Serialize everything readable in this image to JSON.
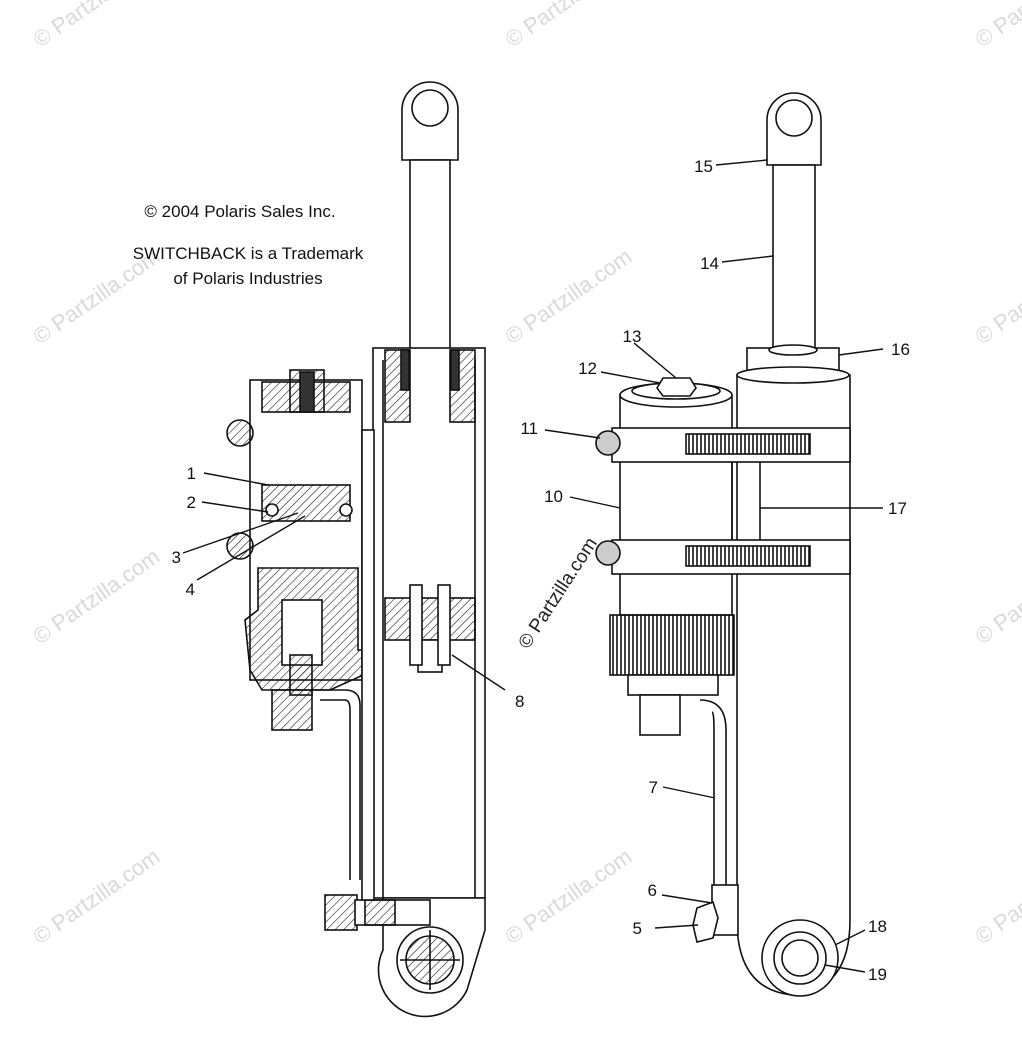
{
  "copyright": "© 2004 Polaris Sales Inc.",
  "trademark_line1": "SWITCHBACK is a Trademark",
  "trademark_line2": "of Polaris Industries",
  "watermark": "© Partzilla.com",
  "callouts": [
    "1",
    "2",
    "3",
    "4",
    "5",
    "6",
    "7",
    "8",
    "10",
    "11",
    "12",
    "13",
    "14",
    "15",
    "16",
    "17",
    "18",
    "19"
  ]
}
